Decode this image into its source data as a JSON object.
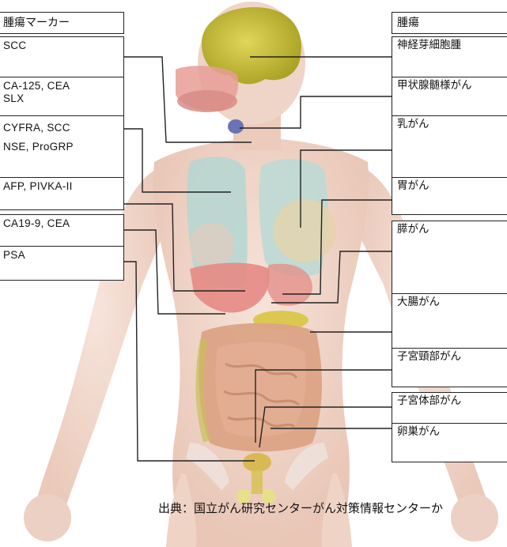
{
  "left_header": "腫瘍マーカー",
  "right_header": "腫瘍",
  "markers": [
    {
      "text": "SCC"
    },
    {
      "text": "CA-125, CEA\nSLX"
    },
    {
      "text": "CYFRA, SCC\nNSE, ProGRP"
    },
    {
      "text": "AFP, PIVKA-II"
    },
    {
      "text": "CA19-9, CEA"
    },
    {
      "text": "PSA"
    }
  ],
  "tumors": [
    {
      "text": "神経芽細胞腫"
    },
    {
      "text": "甲状腺髄様がん"
    },
    {
      "text": "乳がん"
    },
    {
      "text": "胃がん"
    },
    {
      "text": "膵がん"
    },
    {
      "text": "大腸がん"
    },
    {
      "text": "子宮頸部がん"
    },
    {
      "text": "子宮体部がん"
    },
    {
      "text": "卵巣がん"
    }
  ],
  "citation": "出典：国立がん研究センターがん対策情報センターか",
  "colors": {
    "skin": "#f1d6c9",
    "brain": "#c6c034",
    "lung": "#b9d7d4",
    "liver": "#e07d78",
    "intestine": "#dca98a",
    "line": "#222222"
  }
}
